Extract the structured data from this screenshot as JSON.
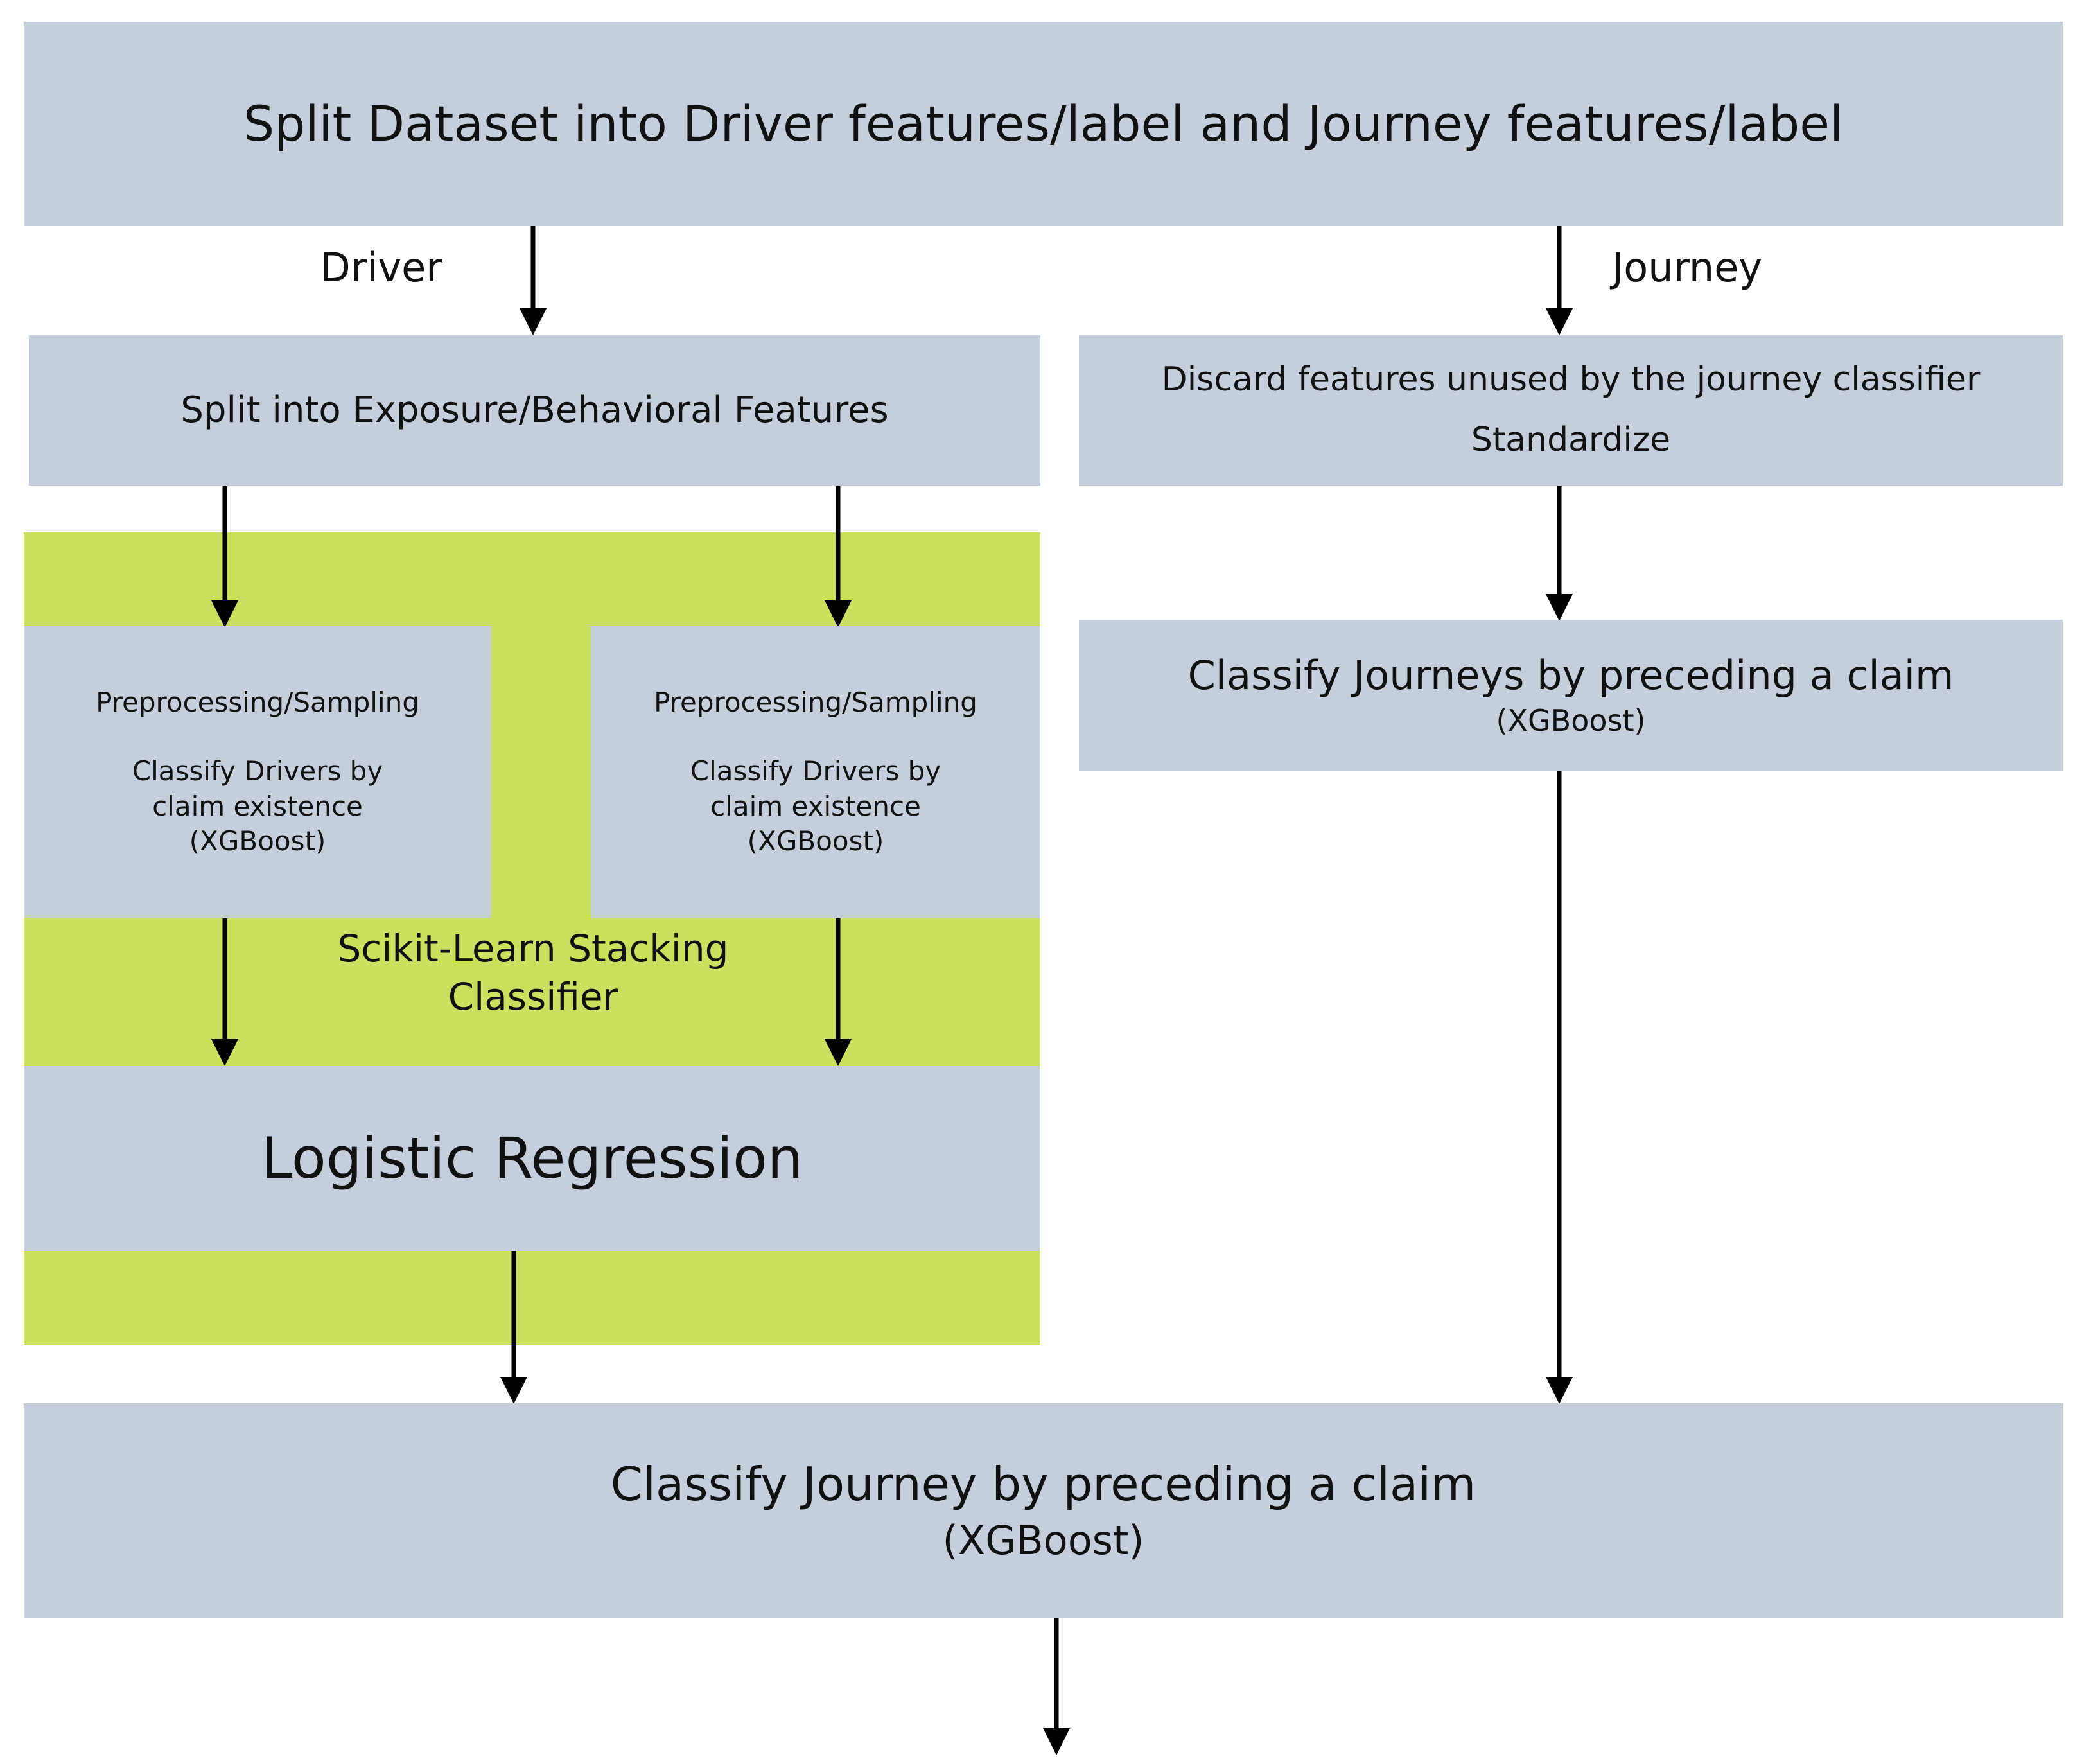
{
  "diagram": {
    "title_text": "Split Dataset into Driver features/label and Journey features/label",
    "colors": {
      "node_fill": "#c6cedb",
      "group_fill": "#cbe05e",
      "edge": "#000000",
      "text": "#111111",
      "background": "#ffffff"
    },
    "nodes": {
      "split_dataset": {
        "label": "Split Dataset into Driver features/label and Journey features/label"
      },
      "split_exposure_behavioral": {
        "label": "Split into Exposure/Behavioral Features"
      },
      "discard_features": {
        "line1": "Discard features unused by the journey classifier",
        "line2": "Standardize"
      },
      "base_estimator_exposure": {
        "line1": "Preprocessing/Sampling",
        "line2": "Classify Drivers by",
        "line3": "claim existence",
        "line4": "(XGBoost)"
      },
      "base_estimator_behavioral": {
        "line1": "Preprocessing/Sampling",
        "line2": "Classify Drivers by",
        "line3": "claim existence",
        "line4": "(XGBoost)"
      },
      "stacking_group": {
        "line1": "Scikit-Learn Stacking",
        "line2": "Classifier"
      },
      "logistic_regression": {
        "label": "Logistic Regression"
      },
      "classify_journeys": {
        "line1": "Classify Journeys by preceding a claim",
        "line2": "(XGBoost)"
      },
      "classify_journey_final": {
        "line1": "Classify Journey by preceding a claim",
        "line2": "(XGBoost)"
      }
    },
    "edge_labels": {
      "driver": "Driver",
      "journey": "Journey"
    }
  }
}
